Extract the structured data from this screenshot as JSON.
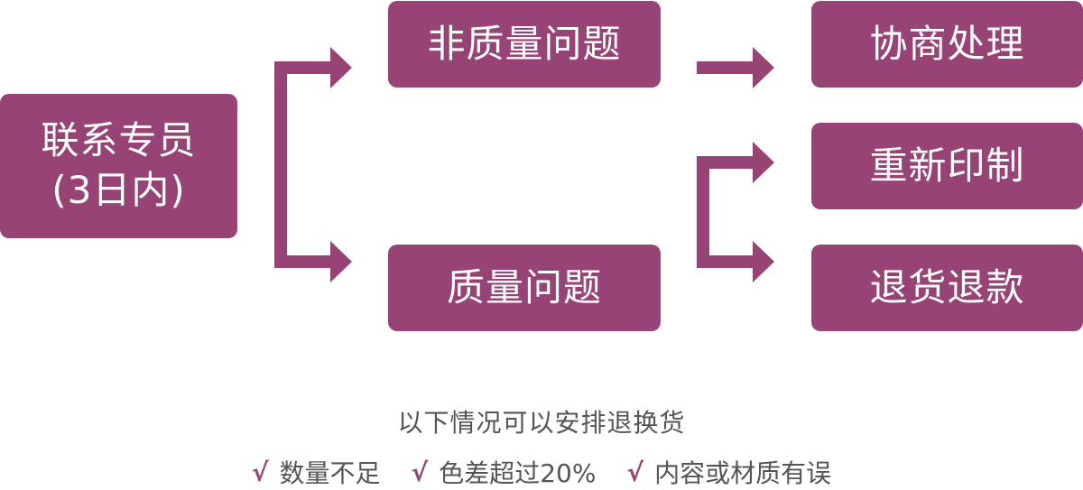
{
  "colors": {
    "box": "#974375",
    "arrow": "#974375",
    "text": "#555555"
  },
  "start": {
    "line1": "联系专员",
    "line2": "(3日内)"
  },
  "branches": {
    "non_quality": "非质量问题",
    "quality": "质量问题"
  },
  "outcomes": {
    "negotiate": "协商处理",
    "reprint": "重新印制",
    "return_refund": "退货退款"
  },
  "note": {
    "title": "以下情况可以安排退换货",
    "check_mark": "√",
    "conditions": [
      "数量不足",
      "色差超过20%",
      "内容或材质有误"
    ]
  }
}
